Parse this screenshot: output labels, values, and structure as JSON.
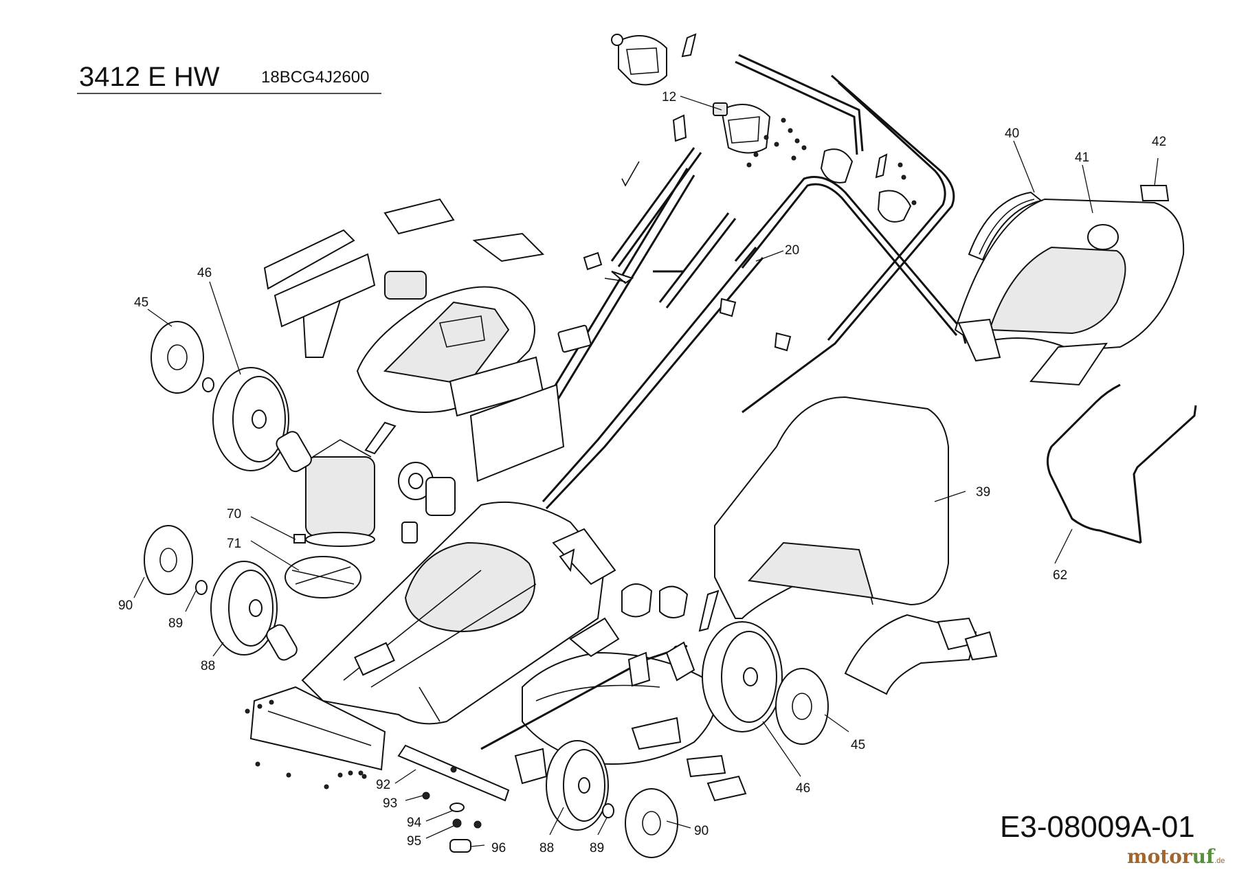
{
  "header": {
    "model": "3412 E HW",
    "model_code": "18BCG4J2600"
  },
  "document_number": "E3-08009A-01",
  "watermark": {
    "part1": "motor",
    "part2": "uf",
    "suffix": ".de"
  },
  "callouts": [
    "12",
    "20",
    "39",
    "40",
    "41",
    "42",
    "45",
    "46",
    "45",
    "62",
    "70",
    "71",
    "90",
    "89",
    "88",
    "92",
    "93",
    "94",
    "95",
    "96",
    "88",
    "89",
    "90",
    "46"
  ]
}
